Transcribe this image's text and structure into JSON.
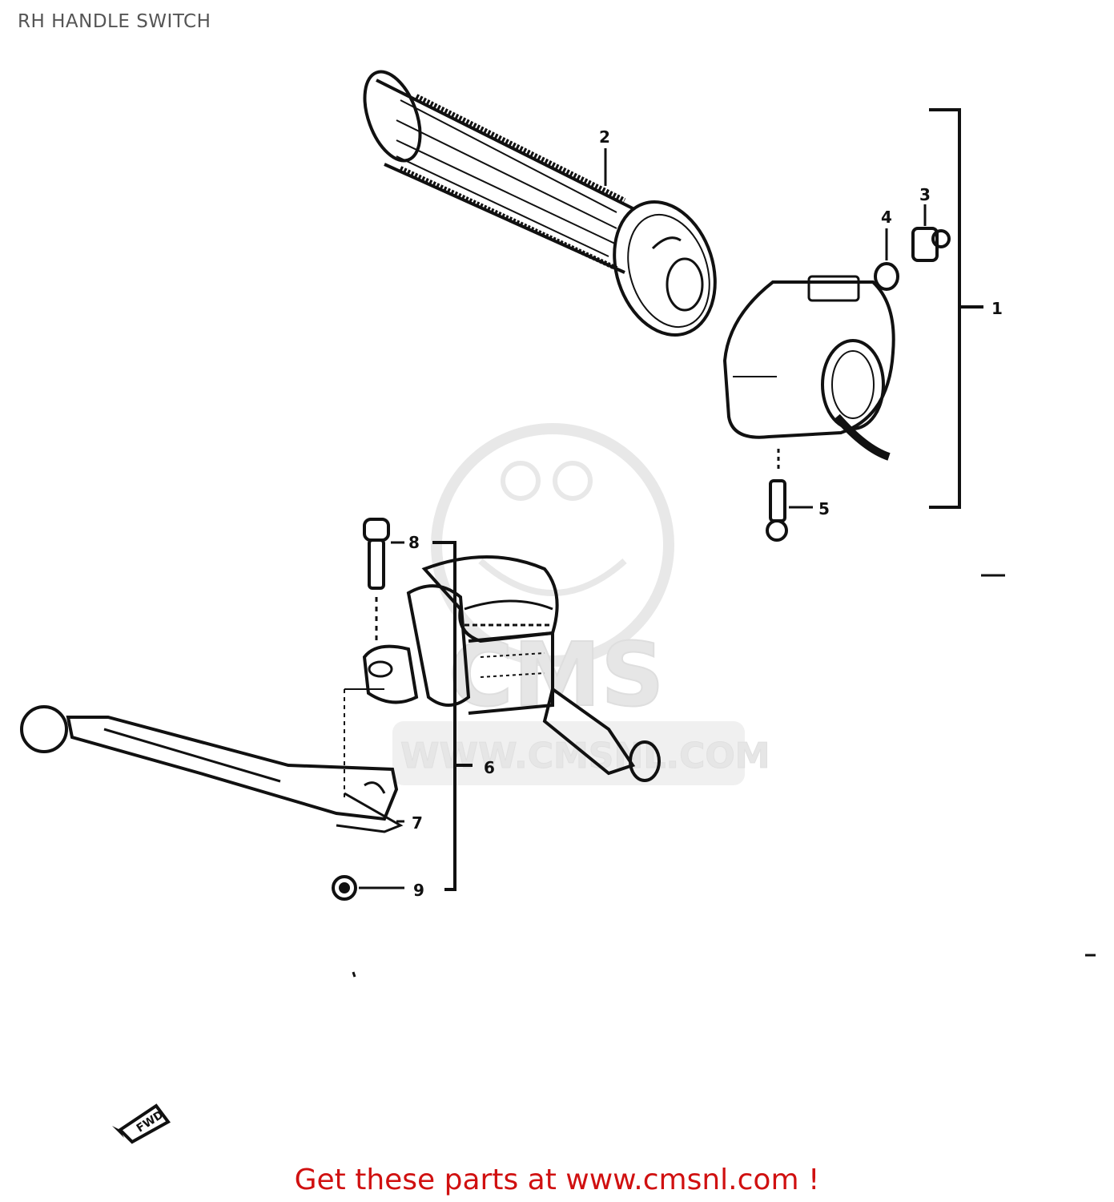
{
  "page_title": "RH HANDLE SWITCH",
  "callouts": {
    "c1": "1",
    "c2": "2",
    "c3": "3",
    "c4": "4",
    "c5": "5",
    "c6": "6",
    "c7": "7",
    "c8": "8",
    "c9": "9"
  },
  "watermark": {
    "brand": "CMS",
    "url": "WWW.CMSNL.COM"
  },
  "forward_marker": "FWD",
  "footer": {
    "link_text": "Get these parts at www.cmsnl.com !"
  },
  "colors": {
    "line": "#111111",
    "footer_link": "#d01010",
    "watermark": "#e6e6e6"
  }
}
